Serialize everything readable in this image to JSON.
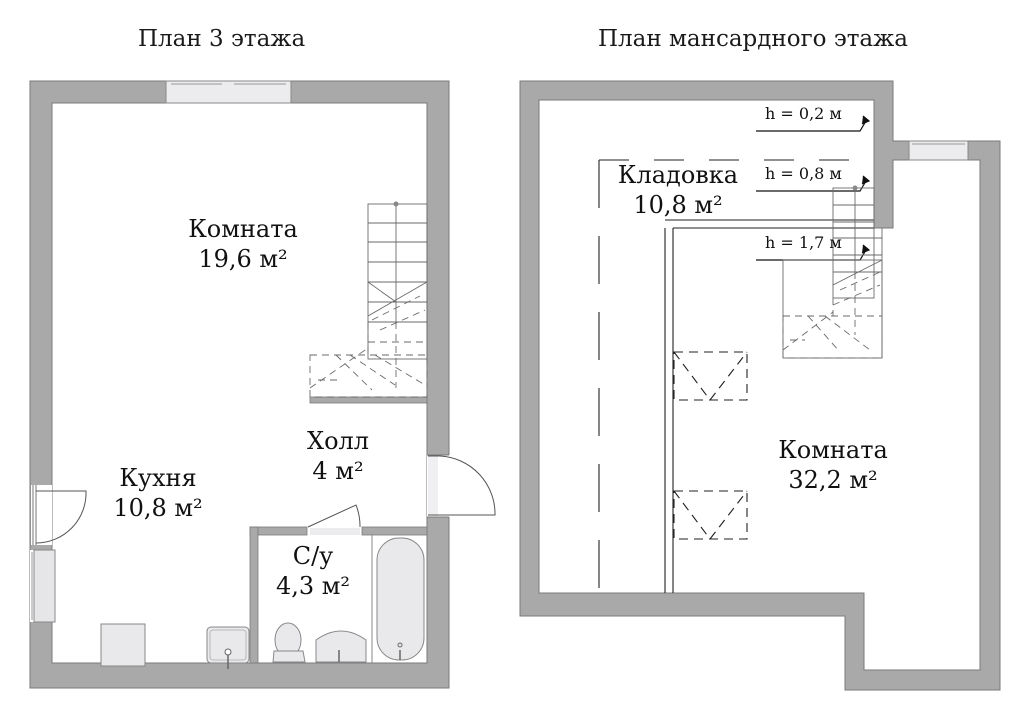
{
  "colors": {
    "wall": "#a9a9a9",
    "wall_edge": "#7a7a7a",
    "fixture_fill": "#e9e9ec",
    "line": "#555555",
    "text": "#111111",
    "background": "#ffffff"
  },
  "plans": [
    {
      "title": "План 3 этажа",
      "rooms": [
        {
          "name": "Комната",
          "area": "19,6 м²"
        },
        {
          "name": "Кухня",
          "area": "10,8 м²"
        },
        {
          "name": "Холл",
          "area": "4 м²"
        },
        {
          "name": "С/у",
          "area": "4,3 м²"
        }
      ]
    },
    {
      "title": "План мансардного  этажа",
      "rooms": [
        {
          "name": "Кладовка",
          "area": "10,8 м²"
        },
        {
          "name": "Комната",
          "area": "32,2 м²"
        }
      ],
      "height_marks": [
        {
          "label": "h = 0,2 м"
        },
        {
          "label": "h = 0,8 м"
        },
        {
          "label": "h = 1,7 м"
        }
      ]
    }
  ]
}
